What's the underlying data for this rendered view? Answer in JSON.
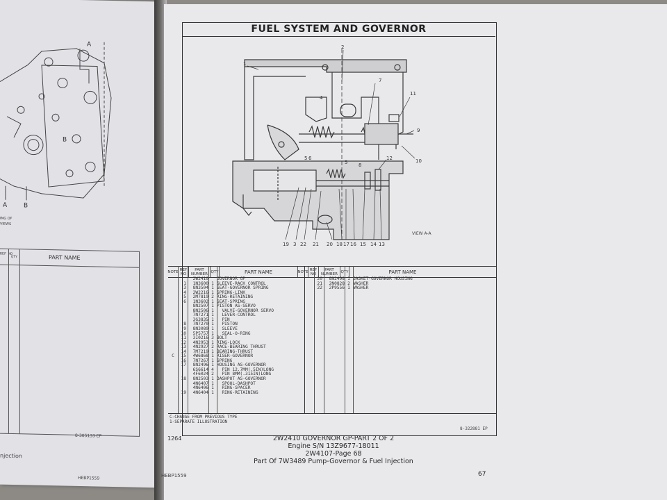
{
  "left_page": {
    "view_letters": [
      "A",
      "B",
      "A",
      "B"
    ],
    "fragment_text": [
      "ING OF",
      "VIEWS"
    ],
    "table_header": {
      "ref": "REF NO",
      "qty": "QTY",
      "part_name": "PART NAME"
    },
    "illustration_number": "8-305133 EP",
    "bottom_text": "njection",
    "footer_code": "HEBP1559"
  },
  "page": {
    "title": "FUEL SYSTEM AND GOVERNOR",
    "page_code": "1264",
    "page_number": "67",
    "footer_code": "HEBP1559"
  },
  "diagram": {
    "callouts": [
      "1",
      "2",
      "3",
      "4",
      "5",
      "6",
      "7",
      "8",
      "9",
      "10",
      "11",
      "12",
      "13",
      "14",
      "15",
      "16",
      "17",
      "18",
      "19",
      "20",
      "21",
      "22"
    ],
    "bottom_callouts": [
      "19",
      "3",
      "22",
      "21",
      "20",
      "18",
      "17",
      "16",
      "15",
      "14",
      "13"
    ],
    "view_label": "VIEW A-A"
  },
  "parts_table": {
    "headers": {
      "note": "NOTE",
      "ref_no": "REF NO",
      "part_number": "PART NUMBER",
      "qty": "QTY",
      "part_name": "PART NAME"
    },
    "left_rows": [
      {
        "note": "",
        "ref": "",
        "num": "2W2410",
        "qty": "",
        "name": "GOVERNOR GP"
      },
      {
        "note": "",
        "ref": "1",
        "num": "1N3600",
        "qty": "1",
        "name": "SLEEVE-RACK CONTROL"
      },
      {
        "note": "",
        "ref": "3",
        "num": "8N3504",
        "qty": "1",
        "name": "SEAT-GOVERNOR SPRING"
      },
      {
        "note": "",
        "ref": "4",
        "num": "2W2216",
        "qty": "1",
        "name": "SPRING-LINK"
      },
      {
        "note": "",
        "ref": "5",
        "num": "2M7819",
        "qty": "2",
        "name": "RING-RETAINING"
      },
      {
        "note": "",
        "ref": "6",
        "num": "1N3602",
        "qty": "1",
        "name": "SEAT-SPRING"
      },
      {
        "note": "",
        "ref": "",
        "num": "8N2507",
        "qty": "1",
        "name": "PISTON AS-SERVO"
      },
      {
        "note": "",
        "ref": "",
        "num": "8N2506",
        "qty": "1",
        "name": "  VALVE-GOVERNOR SERVO"
      },
      {
        "note": "",
        "ref": "",
        "num": "7N7271",
        "qty": "1",
        "name": "  LEVER-CONTROL"
      },
      {
        "note": "",
        "ref": "",
        "num": "3G3835",
        "qty": "1",
        "name": "  PIN"
      },
      {
        "note": "",
        "ref": "8",
        "num": "7N7270",
        "qty": "1",
        "name": "  PISTON"
      },
      {
        "note": "",
        "ref": "9",
        "num": "8N3089",
        "qty": "1",
        "name": "  SLEEVE"
      },
      {
        "note": "",
        "ref": "10",
        "num": "5P5757",
        "qty": "1",
        "name": "  SEAL-O-RING"
      },
      {
        "note": "",
        "ref": "11",
        "num": "3I0216",
        "qty": "3",
        "name": "BOLT"
      },
      {
        "note": "",
        "ref": "12",
        "num": "4N2953",
        "qty": "1",
        "name": "RING-LOCK"
      },
      {
        "note": "",
        "ref": "13",
        "num": "4N2927",
        "qty": "2",
        "name": "RACE-BEARING THRUST"
      },
      {
        "note": "",
        "ref": "14",
        "num": "7M7219",
        "qty": "1",
        "name": "BEARING-THRUST"
      },
      {
        "note": "C",
        "ref": "15",
        "num": "4W6868",
        "qty": "1",
        "name": "RISER-GOVERNOR"
      },
      {
        "note": "",
        "ref": "16",
        "num": "7N7267",
        "qty": "1",
        "name": "SPRING"
      },
      {
        "note": "",
        "ref": "17",
        "num": "8N2496",
        "qty": "1",
        "name": "HOUSING AS-GOVERNOR"
      },
      {
        "note": "",
        "ref": "",
        "num": "6S6614",
        "qty": "4",
        "name": "  PIN 12.7MM(.5IN)LONG"
      },
      {
        "note": "",
        "ref": "",
        "num": "4F6024",
        "qty": "2",
        "name": "  PIN 8MM(.315IN)LONG"
      },
      {
        "note": "",
        "ref": "18",
        "num": "8N2503",
        "qty": "1",
        "name": "DASHPOT AS-GOVERNOR"
      },
      {
        "note": "",
        "ref": "",
        "num": "4N6407",
        "qty": "1",
        "name": "  SPOOL-DASHPOT"
      },
      {
        "note": "",
        "ref": "",
        "num": "4N6406",
        "qty": "1",
        "name": "  RING-SPACER"
      },
      {
        "note": "",
        "ref": "19",
        "num": "4N6404",
        "qty": "1",
        "name": "  RING-RETAINING"
      }
    ],
    "right_rows": [
      {
        "note": "",
        "ref": "20",
        "num": "8N2498",
        "qty": "1",
        "name": "GASKET-GOVERNOR HOUSING"
      },
      {
        "note": "",
        "ref": "21",
        "num": "2N0828",
        "qty": "2",
        "name": "WASHER"
      },
      {
        "note": "",
        "ref": "22",
        "num": "2P9556",
        "qty": "1",
        "name": "WASHER"
      }
    ],
    "footnotes": [
      "C-CHANGE FROM PREVIOUS TYPE",
      "1-SEPARATE ILLUSTRATION"
    ],
    "illustration_number": "8-322881 EP"
  },
  "caption": {
    "line1": "2W2410 GOVERNOR GP-PART 2 OF 2",
    "line2": "Engine S/N 13Z9677-18011",
    "line3": "2W4107-Page 68",
    "line4": "Part Of 7W3489 Pump-Governor & Fuel Injection"
  },
  "colors": {
    "paper": "#e9e9ec",
    "ink": "#333333",
    "background": "#8d8a86"
  }
}
